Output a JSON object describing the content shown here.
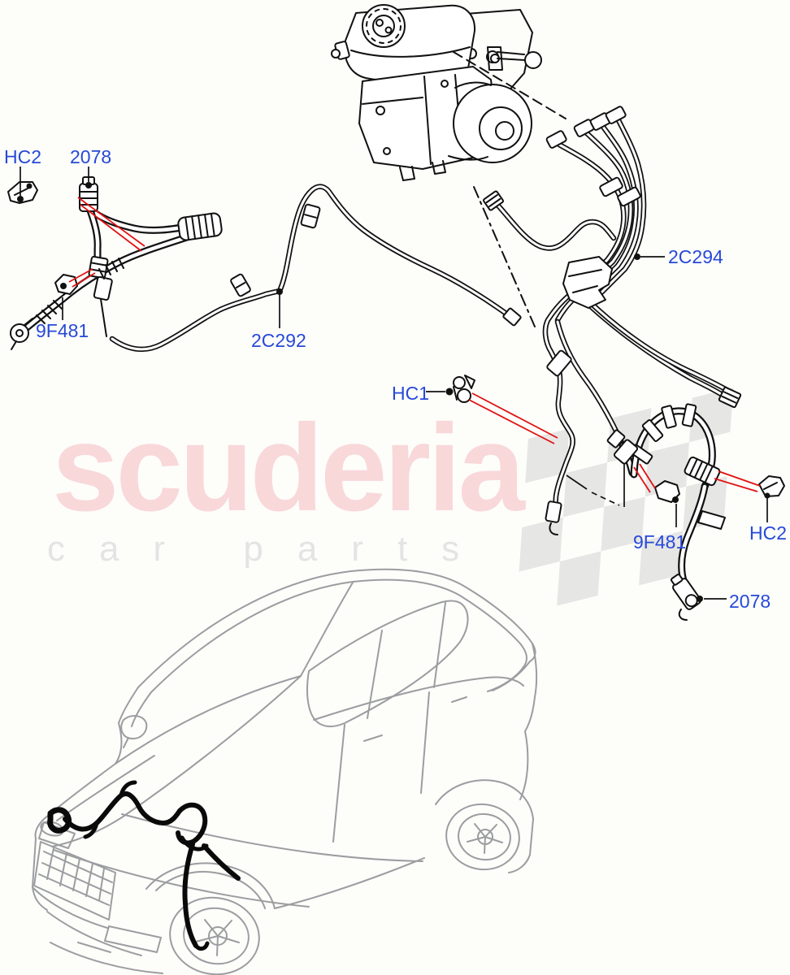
{
  "watermark": {
    "brand": "scuderia",
    "tagline": "car parts"
  },
  "callouts": [
    {
      "id": "hc2-front-left",
      "text": "HC2"
    },
    {
      "id": "2078-front-left",
      "text": "2078"
    },
    {
      "id": "9f481-front-left",
      "text": "9F481"
    },
    {
      "id": "2c292",
      "text": "2C292"
    },
    {
      "id": "2c294",
      "text": "2C294"
    },
    {
      "id": "hc1",
      "text": "HC1"
    },
    {
      "id": "9f481-front-right",
      "text": "9F481"
    },
    {
      "id": "hc2-front-right",
      "text": "HC2"
    },
    {
      "id": "2078-front-right",
      "text": "2078"
    }
  ],
  "colors": {
    "callout_text": "#2649d8",
    "pointer_line": "#e01212",
    "artwork_line": "#111111",
    "vehicle_line": "#9b9da0",
    "watermark_pink": "#f9d8da",
    "watermark_gray": "#e4e4e4"
  }
}
